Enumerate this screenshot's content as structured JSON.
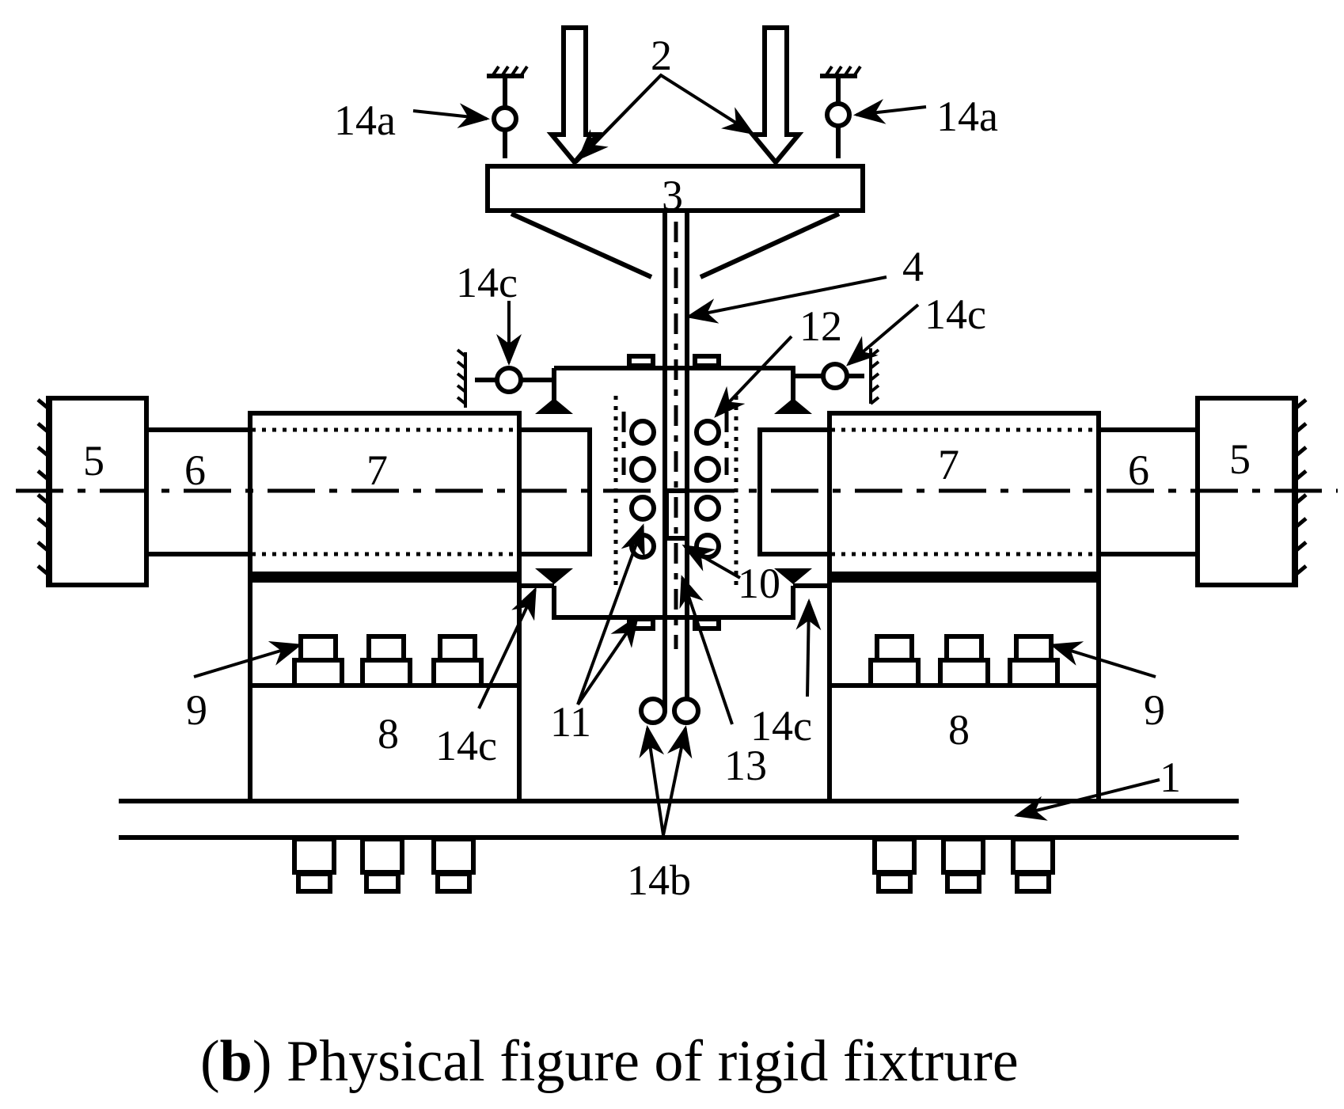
{
  "caption": {
    "letter": "b",
    "text": " Physical figure of rigid fixtrure"
  },
  "labels": {
    "l1": "1",
    "l2": "2",
    "l3": "3",
    "l4": "4",
    "l5": "5",
    "l6": "6",
    "l7": "7",
    "l8": "8",
    "l9": "9",
    "l10": "10",
    "l11": "11",
    "l12": "12",
    "l13": "13",
    "l14a": "14a",
    "l14b": "14b",
    "l14c": "14c"
  }
}
